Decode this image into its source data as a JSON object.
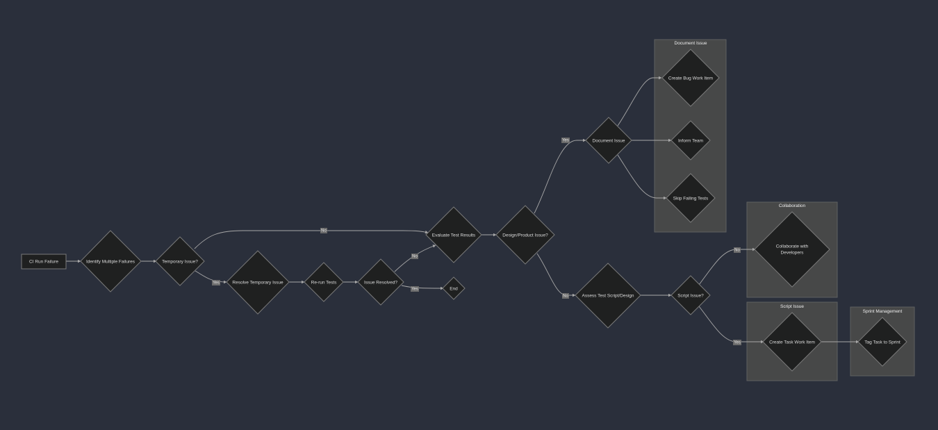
{
  "clusters": {
    "document_issue": {
      "title": "Document Issue"
    },
    "collaboration": {
      "title": "Collaboration"
    },
    "script_issue": {
      "title": "Script Issue"
    },
    "sprint_management": {
      "title": "Sprint Management"
    }
  },
  "nodes": {
    "ci_run_failure": "CI Run Failure",
    "identify_multiple_failures": "Identify Multiple Failures",
    "temporary_issue": "Temporary Issue?",
    "resolve_temporary_issue": "Resolve Temporary Issue",
    "rerun_tests": "Re-run Tests",
    "issue_resolved": "Issue Resolved?",
    "end": "End",
    "evaluate_test_results": "Evaluate Test Results",
    "design_product_issue": "Design/Product Issue?",
    "document_issue": "Document Issue",
    "create_bug_work_item": "Create Bug Work Item",
    "inform_team": "Inform Team",
    "skip_failing_tests": "Skip Failing Tests",
    "assess_test_script_design": "Assess Test Script/Design",
    "script_issue": "Script Issue?",
    "collaborate_line1": "Collaborate with",
    "collaborate_line2": "Developers",
    "create_task_work_item": "Create Task Work Item",
    "tag_task_to_sprint": "Tag Task to Sprint"
  },
  "edge_labels": {
    "temporary_no": "No",
    "temporary_yes": "Yes",
    "resolved_no": "No",
    "resolved_yes": "Yes",
    "design_yes": "Yes",
    "design_no": "No",
    "script_no": "No",
    "script_yes": "Yes"
  },
  "colors": {
    "background": "#2a2f3b",
    "node_fill": "#1f2020",
    "node_stroke": "#7a7a7a",
    "cluster_fill": "#474848",
    "edge": "#a8a8a8"
  }
}
